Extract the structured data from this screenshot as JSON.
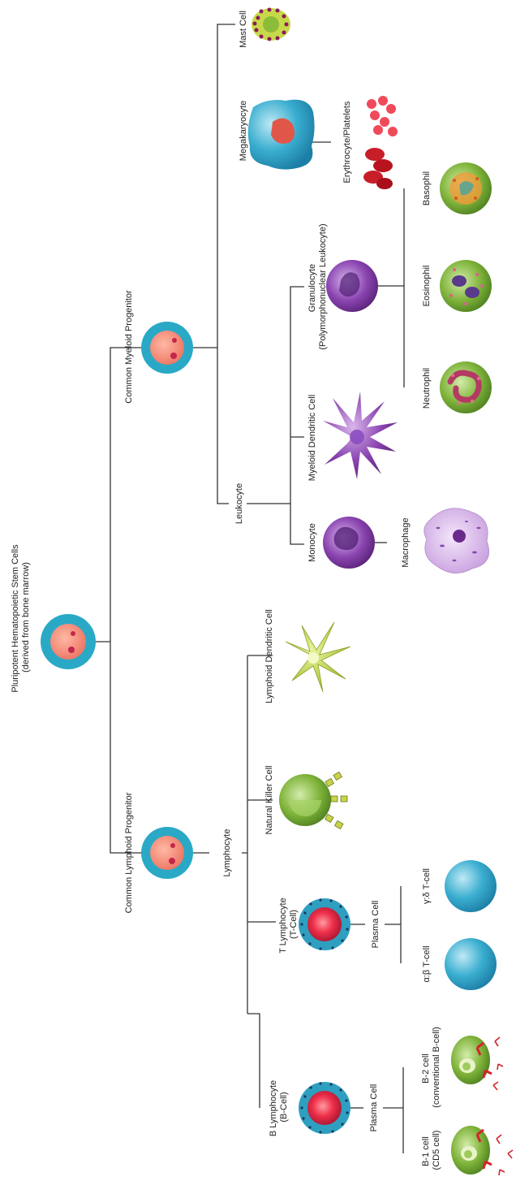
{
  "stem": {
    "line1": "Pluripotent Hematopoietic Stem Cells",
    "line2": "(derived from bone marrow)"
  },
  "progenitors": {
    "lymphoid": "Common Lymphoid Progenitor",
    "myeloid": "Common Myeloid Progenitor"
  },
  "branches": {
    "lymphocyte": "Lymphocyte",
    "leukocyte": "Leukocyte"
  },
  "lymphoid_cells": {
    "b_lymphocyte": {
      "line1": "B Lymphocyte",
      "line2": "(B-Cell)"
    },
    "t_lymphocyte": {
      "line1": "T Lymphocyte",
      "line2": "(T-Cell)"
    },
    "nk": "Natural Killer Cell",
    "lymphoid_dc": "Lymphoid Dendritic Cell",
    "plasma_b": "Plasma Cell",
    "plasma_t": "Plasma Cell",
    "b1": {
      "line1": "B-1 cell",
      "line2": "(CD5 cell)"
    },
    "b2": {
      "line1": "B-2 cell",
      "line2": "(conventional B-cell)"
    },
    "ab_t": "α:β T-cell",
    "gd_t": "γ:δ T-cell"
  },
  "myeloid_cells": {
    "monocyte": "Monocyte",
    "macrophage": "Macrophage",
    "myeloid_dc": "Myeloid Dendritic Cell",
    "granulocyte": {
      "line1": "Granulocyte",
      "line2": "(Polymorphonuclear Leukocyte)"
    },
    "neutrophil": "Neutrophil",
    "eosinophil": "Eosinophil",
    "basophil": "Basophil",
    "megakaryocyte": "Megakaryocyte",
    "erythro_platelets": "Erythrocyte/Platelets",
    "mast": "Mast Cell"
  },
  "colors": {
    "stem_outer": "#29a9c6",
    "stem_inner": "#f28a78",
    "purple": "#7a3fa0",
    "green": "#7fb33a",
    "teal": "#2f9fc0",
    "red": "#d4232b"
  }
}
